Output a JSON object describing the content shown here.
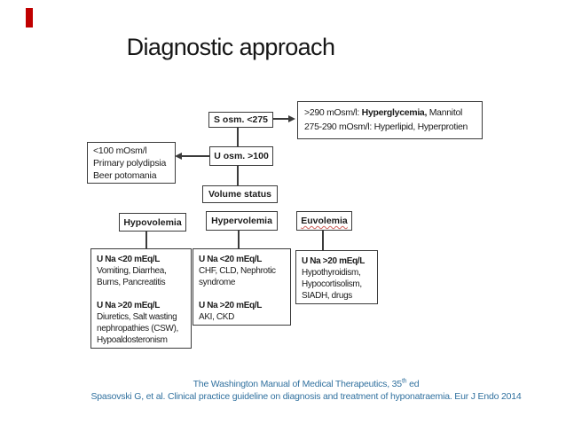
{
  "slide": {
    "title": "Diagnostic approach",
    "accent_bar_color": "#c00000",
    "background_color": "#ffffff"
  },
  "flowchart": {
    "serum_osm": "S osm. <275",
    "hyperosmolar": {
      "line1_prefix": ">290 mOsm/l: ",
      "line1_bold": "Hyperglycemia,",
      "line1_suffix": " Mannitol",
      "line2": "275-290 mOsm/l: Hyperlipid, Hyperprotien"
    },
    "urine_osm": "U osm. >100",
    "low_urine_osm": [
      "<100 mOsm/l",
      "Primary polydipsia",
      "Beer potomania"
    ],
    "volume_status": "Volume status",
    "hypovolemia": "Hypovolemia",
    "hypervolemia": "Hypervolemia",
    "euvolemia": "Euvolemia",
    "misspell_underline_color": "#d0605c",
    "hypovolemia_detail": [
      "U Na <20 mEq/L",
      "Vomiting, Diarrhea,",
      "Burns, Pancreatitis",
      "",
      "U Na >20 mEq/L",
      "Diuretics, Salt wasting",
      "nephropathies (CSW),",
      "Hypoaldosteronism"
    ],
    "hypervolemia_detail": [
      "U Na <20 mEq/L",
      "CHF, CLD, Nephrotic",
      "syndrome",
      "",
      "U Na >20 mEq/L",
      "AKI, CKD"
    ],
    "euvolemia_detail": [
      "U Na >20 mEq/L",
      "Hypothyroidism,",
      "Hypocortisolism,",
      "SIADH, drugs"
    ]
  },
  "footer": {
    "line1_main": "The Washington Manual of Medical Therapeutics, 35",
    "line1_sup": "th",
    "line1_end": " ed",
    "line2": "Spasovski G,  et al. Clinical practice guideline on diagnosis and treatment of hyponatraemia. Eur J Endo 2014",
    "color": "#31719f"
  }
}
